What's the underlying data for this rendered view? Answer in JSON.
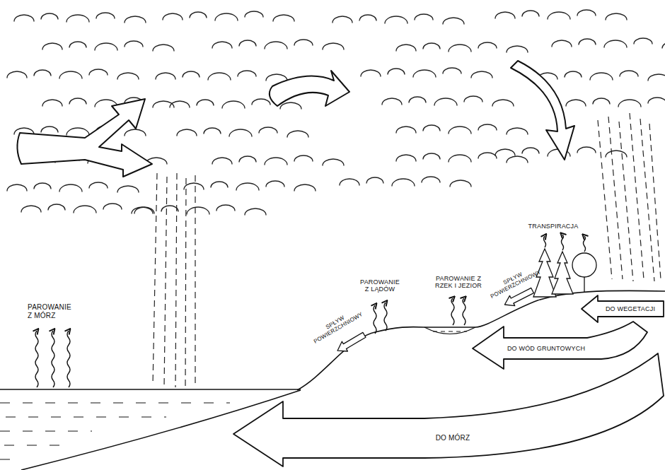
{
  "diagram": {
    "labels": [
      "PAROWANIE Z MÓRZ",
      "SPŁYW POWIERZCHNIOWY",
      "PAROWANIE Z LĄDÓW",
      "PAROWANIE Z RZEK I JEZIOR",
      "SPŁYW POWIERZCHNIOWY",
      "TRANSPIRACJA",
      "DO WEGETACJI",
      "DO WÓD GRUNTOWYCH",
      "DO MÓRZ"
    ]
  }
}
